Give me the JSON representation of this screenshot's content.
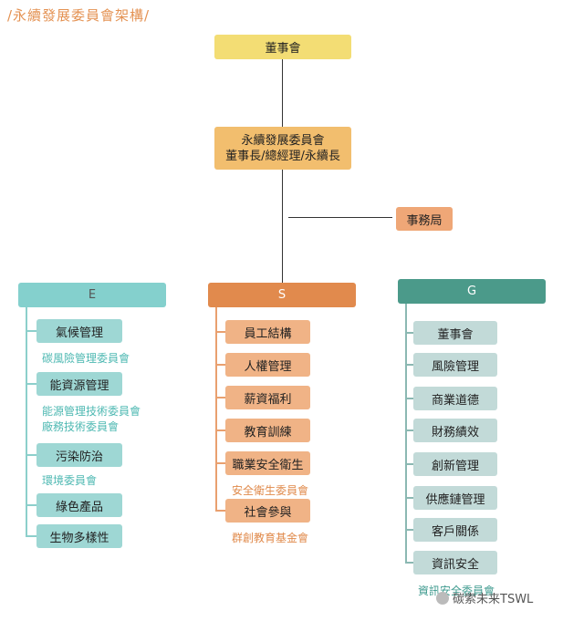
{
  "title": "/永續發展委員會架構/",
  "board": "董事會",
  "committee": {
    "line1": "永續發展委員會",
    "line2": "董事長/總經理/永續長"
  },
  "office": "事務局",
  "e": {
    "header": "E",
    "items": [
      "氣候管理",
      "能資源管理",
      "污染防治",
      "綠色產品",
      "生物多樣性"
    ],
    "subs": [
      "碳風險管理委員會",
      "能源管理技術委員會",
      "廠務技術委員會",
      "環境委員會"
    ]
  },
  "s": {
    "header": "S",
    "items": [
      "員工結構",
      "人權管理",
      "薪資福利",
      "教育訓練",
      "職業安全衛生",
      "社會參與"
    ],
    "subs": [
      "安全衛生委員會",
      "群創教育基金會"
    ]
  },
  "g": {
    "header": "G",
    "items": [
      "董事會",
      "風險管理",
      "商業道德",
      "財務績效",
      "創新管理",
      "供應鏈管理",
      "客戶關係",
      "資訊安全"
    ],
    "subs": [
      "資訊安全委員會"
    ]
  },
  "watermark": "碳索未来TSWL",
  "colors": {
    "title": "#E49253",
    "board": "#F3DD74",
    "committee": "#F2BE6E",
    "office": "#EFA777",
    "e_header": "#84D0CD",
    "s_header": "#E18A4D",
    "g_header": "#4B9A8A"
  }
}
